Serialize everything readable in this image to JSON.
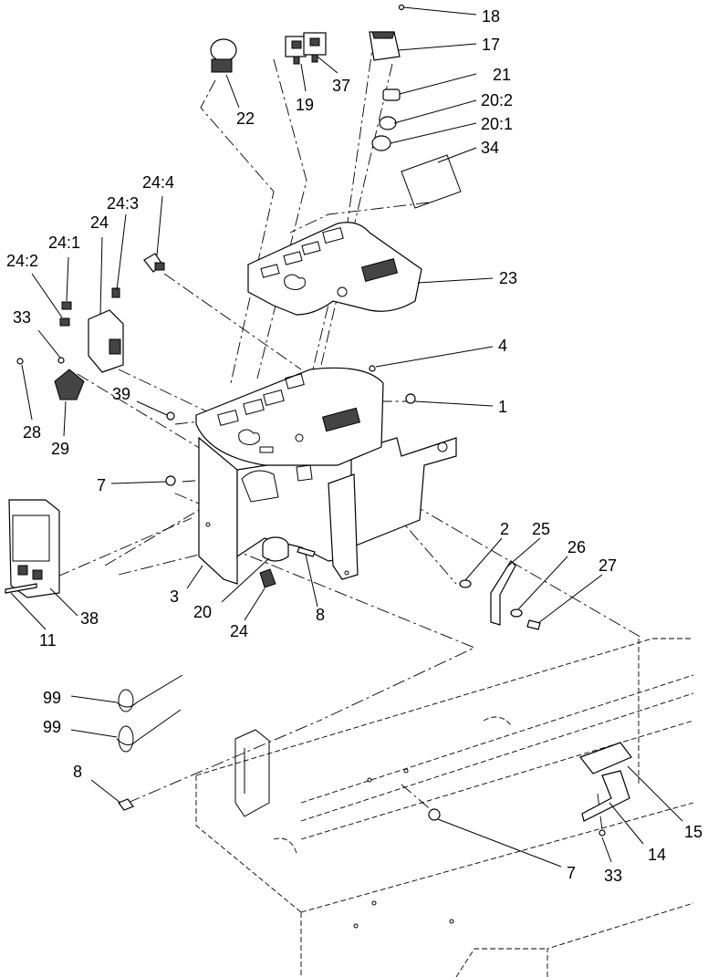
{
  "callouts": [
    {
      "id": "c18",
      "text": "18"
    },
    {
      "id": "c17",
      "text": "17"
    },
    {
      "id": "c21",
      "text": "21"
    },
    {
      "id": "c20-2",
      "text": "20:2"
    },
    {
      "id": "c20-1",
      "text": "20:1"
    },
    {
      "id": "c34",
      "text": "34"
    },
    {
      "id": "c22",
      "text": "22"
    },
    {
      "id": "c19",
      "text": "19"
    },
    {
      "id": "c37",
      "text": "37"
    },
    {
      "id": "c24-4",
      "text": "24:4"
    },
    {
      "id": "c24-3",
      "text": "24:3"
    },
    {
      "id": "c24-top",
      "text": "24"
    },
    {
      "id": "c24-1",
      "text": "24:1"
    },
    {
      "id": "c24-2",
      "text": "24:2"
    },
    {
      "id": "c23",
      "text": "23"
    },
    {
      "id": "c33-top",
      "text": "33"
    },
    {
      "id": "c4",
      "text": "4"
    },
    {
      "id": "c1",
      "text": "1"
    },
    {
      "id": "c39",
      "text": "39"
    },
    {
      "id": "c28",
      "text": "28"
    },
    {
      "id": "c29",
      "text": "29"
    },
    {
      "id": "c7-top",
      "text": "7"
    },
    {
      "id": "c2",
      "text": "2"
    },
    {
      "id": "c25",
      "text": "25"
    },
    {
      "id": "c26",
      "text": "26"
    },
    {
      "id": "c27",
      "text": "27"
    },
    {
      "id": "c3",
      "text": "3"
    },
    {
      "id": "c20",
      "text": "20"
    },
    {
      "id": "c8-mid",
      "text": "8"
    },
    {
      "id": "c24-bot",
      "text": "24"
    },
    {
      "id": "c38",
      "text": "38"
    },
    {
      "id": "c11",
      "text": "11"
    },
    {
      "id": "c99-a",
      "text": "99"
    },
    {
      "id": "c99-b",
      "text": "99"
    },
    {
      "id": "c8-bot",
      "text": "8"
    },
    {
      "id": "c7-bot",
      "text": "7"
    },
    {
      "id": "c15",
      "text": "15"
    },
    {
      "id": "c14",
      "text": "14"
    },
    {
      "id": "c33-bot",
      "text": "33"
    }
  ]
}
